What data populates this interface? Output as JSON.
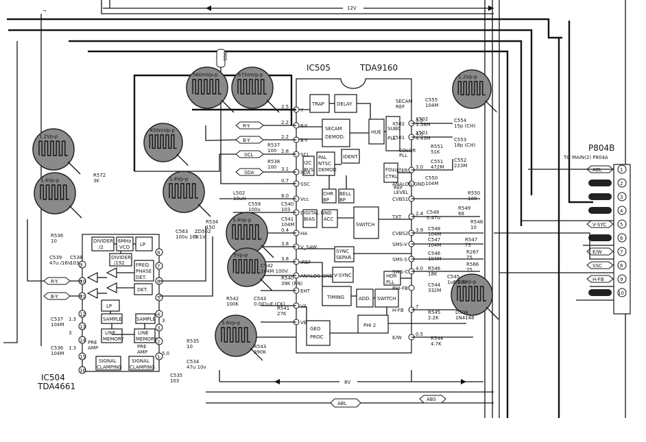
{
  "ic505": {
    "ref": "IC505",
    "part": "TDA9160",
    "blocks": {
      "trap": "TRAP",
      "delay": "DELAY",
      "secam_demod": [
        "SECAM",
        "DEMOD."
      ],
      "ident": "IDENT",
      "pal_ntsc": [
        "PAL",
        "NTSC",
        "DEMOD"
      ],
      "hue": "HUE",
      "subc_pll": [
        "SUBC",
        "PLL"
      ],
      "fo_ctrl": [
        "FO",
        "CTRL"
      ],
      "i2c_bus": [
        "I2C",
        "BUS"
      ],
      "chr_bp": [
        "CHR",
        "BP"
      ],
      "bell_bp": [
        "BELL",
        "BP"
      ],
      "acc": "ACC",
      "bias": "BIAS",
      "switch_main": "SWITCH",
      "sync_separ": [
        "SYNC",
        "SEPAR."
      ],
      "v_sync": "V-SYNC",
      "hor_pll": [
        "HOR",
        "PLL"
      ],
      "timing": "TIMING",
      "add": "ADD.",
      "switch_sub": "SWITCH",
      "phi2": "PHI 2",
      "geo_proc": [
        "GEO",
        "PROC"
      ]
    },
    "left_pins": [
      {
        "num": "2.5",
        "name": "Y"
      },
      {
        "num": "2.2",
        "name": "R-Y"
      },
      {
        "num": "2.2",
        "name": "B-Y"
      },
      {
        "num": "2.8",
        "name": "SCL"
      },
      {
        "num": "3.1",
        "name": "SDA"
      },
      {
        "num": "0.7",
        "name": "SSC"
      },
      {
        "num": "8.0",
        "name": "Vcc"
      },
      {
        "num": "",
        "name": "DIGITAL GND"
      },
      {
        "num": "0.4",
        "name": "HA"
      },
      {
        "num": "3.8",
        "name": "V_SAW"
      },
      {
        "num": "3.8",
        "name": "IREF"
      },
      {
        "num": "",
        "name": "ANALOG GND"
      },
      {
        "num": "",
        "name": "EHT"
      },
      {
        "num": "",
        "name": "VA"
      },
      {
        "num": "",
        "name": "VB"
      }
    ],
    "right_pins": [
      {
        "num": "3.5",
        "name": "X502"
      },
      {
        "num": "4.0",
        "name": "X501"
      },
      {
        "num": "3.0",
        "name": "FILTER"
      },
      {
        "num": "",
        "name": "ANALOG GND"
      },
      {
        "num": "",
        "name": "CVBS1"
      },
      {
        "num": "2.4",
        "name": "TXT"
      },
      {
        "num": "3.9",
        "name": "CVBS2"
      },
      {
        "num": "",
        "name": "SMS-V"
      },
      {
        "num": "",
        "name": "SMS-S"
      },
      {
        "num": "4.0",
        "name": "SWS-C"
      },
      {
        "num": "",
        "name": "PHI-FB"
      },
      {
        "num": "7",
        "name": "H-FB"
      },
      {
        "num": "0.5",
        "name": "E/W"
      }
    ],
    "secam_ref": [
      "SECAM",
      "REF"
    ],
    "color_pll": [
      "COLOR",
      "PLL"
    ],
    "ref_level": [
      "REF",
      "LEVEL"
    ]
  },
  "ic504": {
    "ref": "IC504",
    "part": "TDA4661",
    "blocks": {
      "divider2": [
        "DIVIDER",
        "/2"
      ],
      "vco": [
        "6MHz",
        "VCO"
      ],
      "lp1": "LP",
      "divider192": [
        "DIVIDER",
        "/192"
      ],
      "freq_phase": [
        "FREQ.",
        "PHASE",
        "DET."
      ],
      "lp2": "LP",
      "sample1": "SAMPLE",
      "sample2": "SAMPLE",
      "line_mem1": [
        "LINE",
        "MEMORY"
      ],
      "line_mem2": [
        "LINE",
        "MEMORY"
      ],
      "pre_amp1": [
        "PRE",
        "AMP"
      ],
      "pre_amp2": [
        "PRE",
        "AMP"
      ],
      "clamp1": [
        "SIGNAL",
        "CLAMPING"
      ],
      "clamp2": [
        "SIGNAL",
        "CLAMPING"
      ],
      "det": "DET."
    },
    "pins_left": [
      "9",
      "10",
      "11",
      "12",
      "13",
      "14",
      "15",
      "16"
    ],
    "pins_right": [
      "8",
      "7",
      "6",
      "5",
      "4",
      "3",
      "2",
      "1"
    ],
    "pin_voltages": [
      "1.3",
      "3",
      "1.3",
      "3",
      "5.0"
    ]
  },
  "connector": {
    "ref": "P804B",
    "dest": "TO MAIN(2) P804A",
    "pins": [
      "1",
      "2",
      "3",
      "4",
      "5",
      "6",
      "7",
      "8",
      "9",
      "10"
    ],
    "signals": [
      "ABL",
      "",
      "",
      "",
      "V-SYC",
      "",
      "E/W",
      "SSC",
      "H-FB",
      ""
    ]
  },
  "rails": {
    "top": "12V",
    "bottom": "8V",
    "abl": "ABL",
    "abs": "ABS"
  },
  "components": [
    {
      "ref": "C555",
      "val": "104M"
    },
    {
      "ref": "X502",
      "val": "3.58M"
    },
    {
      "ref": "X501",
      "val": "4.43M"
    },
    {
      "ref": "C554",
      "val": "15p (CH)"
    },
    {
      "ref": "C553",
      "val": "18p (CH)"
    },
    {
      "ref": "R551",
      "val": "51K"
    },
    {
      "ref": "C551",
      "val": "472M"
    },
    {
      "ref": "C552",
      "val": "223M"
    },
    {
      "ref": "C550",
      "val": "104M"
    },
    {
      "ref": "C549",
      "val": "0.47u"
    },
    {
      "ref": "R549",
      "val": "68"
    },
    {
      "ref": "R550",
      "val": "100"
    },
    {
      "ref": "R548",
      "val": "10"
    },
    {
      "ref": "C548",
      "val": "104M"
    },
    {
      "ref": "C547",
      "val": "104M"
    },
    {
      "ref": "R547",
      "val": "75"
    },
    {
      "ref": "C546",
      "val": "104M"
    },
    {
      "ref": "R267",
      "val": "75"
    },
    {
      "ref": "R566",
      "val": "75"
    },
    {
      "ref": "R546",
      "val": "18K"
    },
    {
      "ref": "C544",
      "val": "332M"
    },
    {
      "ref": "C545",
      "val": "1uF/50V"
    },
    {
      "ref": "R545",
      "val": "2.2K"
    },
    {
      "ref": "D504",
      "val": "1N4148"
    },
    {
      "ref": "R544",
      "val": "4.7K"
    },
    {
      "ref": "R537",
      "val": "100"
    },
    {
      "ref": "R538",
      "val": "100"
    },
    {
      "ref": "R572",
      "val": "3K"
    },
    {
      "ref": "L502",
      "val": "10uH"
    },
    {
      "ref": "C559",
      "val": "100u"
    },
    {
      "ref": "C540",
      "val": "103"
    },
    {
      "ref": "C541",
      "val": "104M"
    },
    {
      "ref": "R534",
      "val": "150"
    },
    {
      "ref": "C563",
      "val": "100u 16V"
    },
    {
      "ref": "ZD502",
      "val": "5.1V"
    },
    {
      "ref": "R536",
      "val": "10"
    },
    {
      "ref": "C539",
      "val": "47u /16V"
    },
    {
      "ref": "C538",
      "val": "103"
    },
    {
      "ref": "C542",
      "val": "104M 100V"
    },
    {
      "ref": "R540",
      "val": "39K (RN)"
    },
    {
      "ref": "R542",
      "val": "100K"
    },
    {
      "ref": "C543",
      "val": "0.001uF (CK)"
    },
    {
      "ref": "R541",
      "val": "27K"
    },
    {
      "ref": "R543",
      "val": "390K"
    },
    {
      "ref": "C537",
      "val": "104M"
    },
    {
      "ref": "C536",
      "val": "104M"
    },
    {
      "ref": "R535",
      "val": "10"
    },
    {
      "ref": "C534",
      "val": "47u 10v"
    },
    {
      "ref": "C535",
      "val": "103"
    }
  ],
  "scopes": [
    {
      "id": "s1",
      "label": "1.2Vp-p"
    },
    {
      "id": "s2",
      "label": "450mVp-p"
    },
    {
      "id": "s3",
      "label": "1.4Vp-p"
    },
    {
      "id": "s4",
      "label": "560mVp-p"
    },
    {
      "id": "s5",
      "label": "675mVp-p"
    },
    {
      "id": "s6",
      "label": "1.4Vp-p"
    },
    {
      "id": "s7",
      "label": "1.2Vp-p"
    },
    {
      "id": "s8",
      "label": "3.4Vp-p"
    },
    {
      "id": "s9",
      "label": "3.6Vp-p"
    },
    {
      "id": "s10",
      "label": "2.8Vp-p"
    },
    {
      "id": "s11",
      "label": "5Vp-p"
    }
  ],
  "net_tags": {
    "ssc_tag": "SSC",
    "ry": "R-Y",
    "by": "B-Y",
    "scl": "SCL",
    "sda": "SDA",
    "ry_low": "R-Y",
    "by_low": "B-Y"
  },
  "misc": {
    "corner_mark": "¬"
  }
}
